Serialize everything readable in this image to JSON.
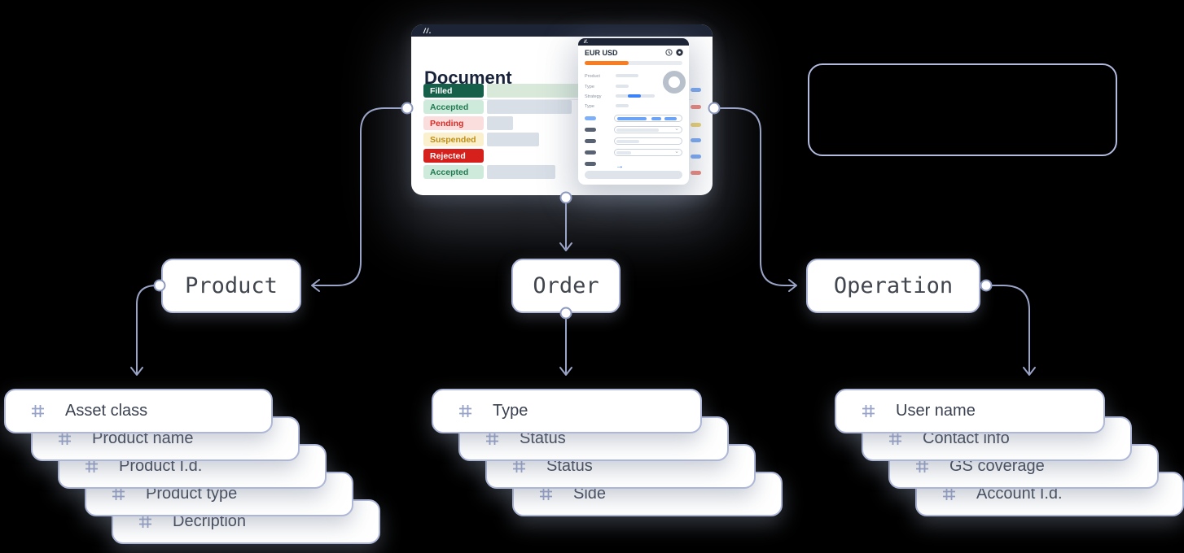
{
  "colors": {
    "accent_line": "#9aa4c6",
    "node_border": "#aeb7d8",
    "header_bar": "#1d2435",
    "progress_orange": "#f97d20",
    "strategy_blue": "#3b82f6",
    "status_filled_bg": "#166049",
    "status_accepted_bg": "#cdeada",
    "status_pending_bg": "#fadddd",
    "status_suspended_bg": "#faf0cd",
    "status_rejected_bg": "#d6201c"
  },
  "document_card": {
    "logo": "//.",
    "title": "Document",
    "statuses": [
      {
        "label": "Filled"
      },
      {
        "label": "Accepted"
      },
      {
        "label": "Pending"
      },
      {
        "label": "Suspended"
      },
      {
        "label": "Rejected"
      },
      {
        "label": "Accepted"
      }
    ]
  },
  "overlay": {
    "logo": "//.",
    "title": "EUR USD",
    "progress_pct": 45,
    "fields": [
      {
        "label": "Product"
      },
      {
        "label": "Type"
      },
      {
        "label": "Strategy"
      },
      {
        "label": "Type"
      }
    ]
  },
  "nodes": [
    {
      "label": "Product"
    },
    {
      "label": "Order"
    },
    {
      "label": "Operation"
    }
  ],
  "stacks": [
    {
      "fields": [
        {
          "label": "Asset class"
        },
        {
          "label": "Product name"
        },
        {
          "label": "Product I.d."
        },
        {
          "label": "Product type"
        },
        {
          "label": "Decription"
        }
      ]
    },
    {
      "fields": [
        {
          "label": "Type"
        },
        {
          "label": "Status"
        },
        {
          "label": "Status"
        },
        {
          "label": "Side"
        }
      ]
    },
    {
      "fields": [
        {
          "label": "User name"
        },
        {
          "label": "Contact info"
        },
        {
          "label": "GS coverage"
        },
        {
          "label": "Account I.d."
        }
      ]
    }
  ]
}
